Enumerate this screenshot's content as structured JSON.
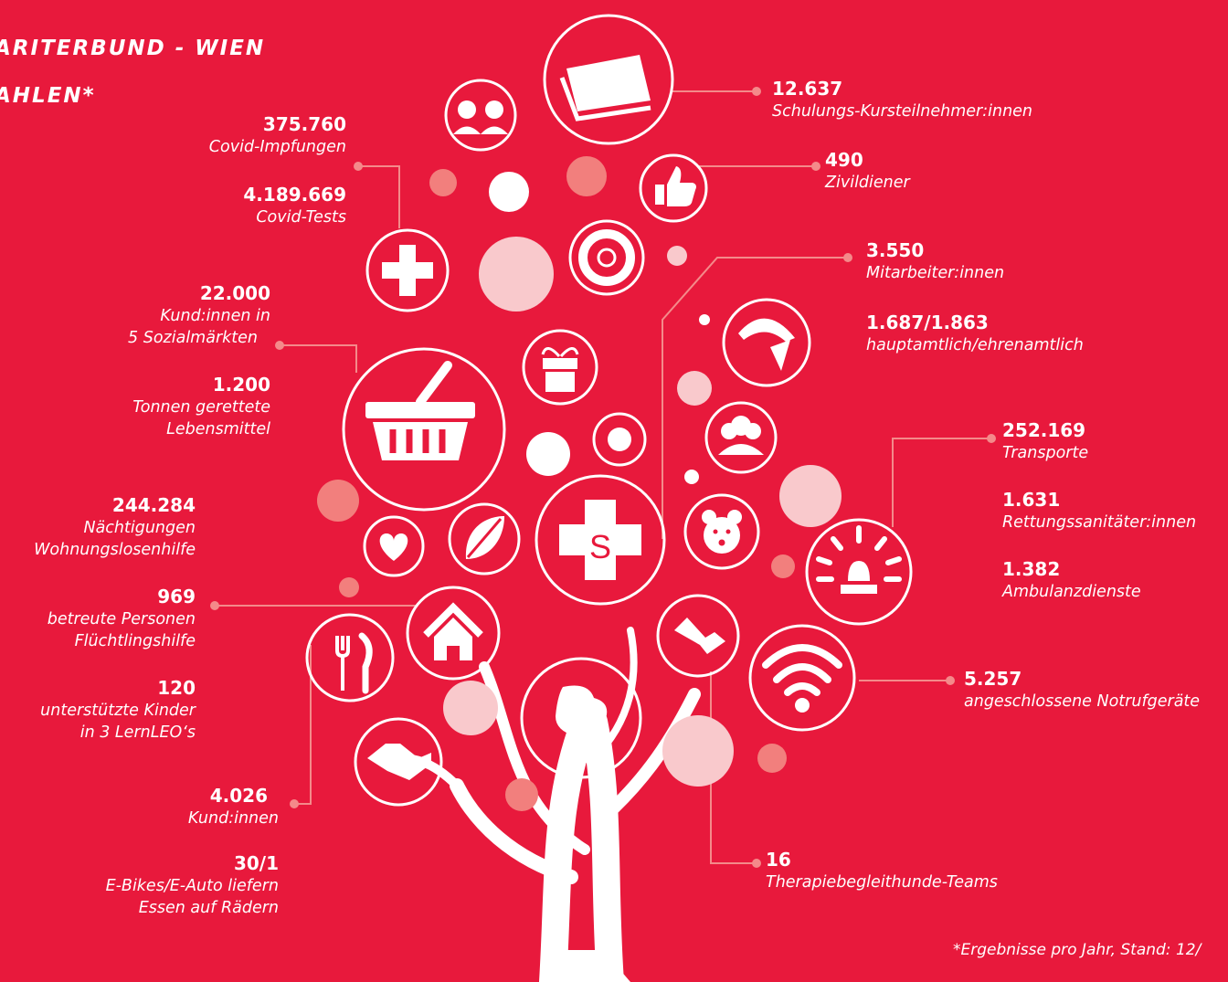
{
  "header": {
    "title_line1": "ARITERBUND - WIEN",
    "title_line2": "AHLEN*"
  },
  "colors": {
    "background": "#e8193c",
    "white": "#ffffff",
    "salmon": "#f27f7d",
    "pink": "#f9c9cc",
    "connector": "#f48a8a"
  },
  "stats": {
    "schulungen": {
      "value": "12.637",
      "label": "Schulungs-Kursteilnehmer:innen"
    },
    "impfungen": {
      "value": "375.760",
      "label": "Covid-Impfungen"
    },
    "tests": {
      "value": "4.189.669",
      "label": "Covid-Tests"
    },
    "zivildiener": {
      "value": "490",
      "label": "Zivildiener"
    },
    "mitarbeiter": {
      "value": "3.550",
      "label": "Mitarbeiter:innen"
    },
    "hauptamtlich": {
      "value": "1.687/1.863",
      "label": "hauptamtlich/ehrenamtlich"
    },
    "kundinnen_sozialmarkt": {
      "value": "22.000",
      "label1": "Kund:innen in",
      "label2": "5 Sozialmärkten"
    },
    "lebensmittel": {
      "value": "1.200",
      "label1": "Tonnen gerettete",
      "label2": "Lebensmittel"
    },
    "transporte": {
      "value": "252.169",
      "label": "Transporte"
    },
    "rettungssanitaeter": {
      "value": "1.631",
      "label": "Rettungssanitäter:innen"
    },
    "ambulanz": {
      "value": "1.382",
      "label": "Ambulanzdienste"
    },
    "naechtigungen": {
      "value": "244.284",
      "label1": "Nächtigungen",
      "label2": "Wohnungslosenhilfe"
    },
    "betreute": {
      "value": "969",
      "label1": "betreute Personen",
      "label2": "Flüchtlingshilfe"
    },
    "kinder": {
      "value": "120",
      "label1": "unterstützte Kinder",
      "label2": "in 3 LernLEO‘s"
    },
    "notruf": {
      "value": "5.257",
      "label": "angeschlossene Notrufgeräte"
    },
    "kundinnen": {
      "value": "4.026",
      "label": "Kund:innen"
    },
    "ebikes": {
      "value": "30/1",
      "label1": "E-Bikes/E-Auto liefern",
      "label2": "Essen auf Rädern"
    },
    "therapie": {
      "value": "16",
      "label": "Therapiebegleithunde-Teams"
    }
  },
  "icons": {
    "book": "book-icon",
    "people": "children-icon",
    "thumb": "thumbs-up-icon",
    "cross": "medical-cross-icon",
    "lifebuoy": "lifebuoy-icon",
    "gift": "gift-icon",
    "helmet": "helmet-icon",
    "basket": "shopping-basket-icon",
    "group": "group-icon",
    "heart": "heart-icon",
    "leaf": "leaf-icon",
    "samariter": "samariter-cross-icon",
    "bear": "teddy-bear-icon",
    "siren": "siren-icon",
    "house": "house-icon",
    "cutlery": "cutlery-icon",
    "globe": "globe-icon",
    "dog": "dog-icon",
    "wifi": "signal-icon",
    "handshake": "handshake-icon"
  },
  "emblem_letter": "S",
  "footnote": "*Ergebnisse pro Jahr, Stand: 12/"
}
